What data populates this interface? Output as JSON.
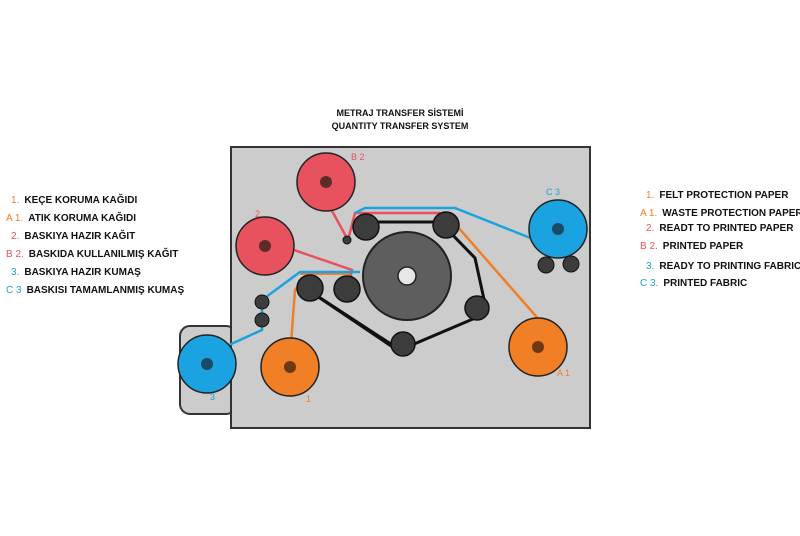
{
  "title": {
    "line1": "METRAJ TRANSFER SİSTEMİ",
    "line2": "QUANTITY TRANSFER SYSTEM"
  },
  "colors": {
    "orange": "#f07f26",
    "red": "#e8525e",
    "blue": "#1aa3e0",
    "machine": "#cccccc",
    "dark_roller": "#3c3c3c",
    "drum": "#5e5e5e"
  },
  "roll_labels": {
    "b2": "B 2",
    "r2": "2",
    "c3": "C 3",
    "a1": "A 1",
    "o1": "1",
    "b3": "3"
  },
  "legend_tr": [
    {
      "code": "1.",
      "text": "KEÇE KORUMA KAĞIDI",
      "color": "#f07f26"
    },
    {
      "code": "A 1.",
      "text": "ATIK KORUMA KAĞIDI",
      "color": "#f07f26"
    },
    {
      "code": "2.",
      "text": "BASKIYA HAZIR KAĞIT",
      "color": "#e8525e"
    },
    {
      "code": "B 2.",
      "text": "BASKIDA KULLANILMIŞ KAĞIT",
      "color": "#e8525e"
    },
    {
      "code": "3.",
      "text": "BASKIYA HAZIR KUMAŞ",
      "color": "#1aa3e0"
    },
    {
      "code": "C 3",
      "text": "BASKISI TAMAMLANMIŞ KUMAŞ",
      "color": "#1aa3e0"
    }
  ],
  "legend_en": [
    {
      "code": "1.",
      "text": "FELT PROTECTION PAPER",
      "color": "#f07f26"
    },
    {
      "code": "A 1.",
      "text": "WASTE PROTECTION PAPER",
      "color": "#f07f26"
    },
    {
      "code": "2.",
      "text": "READT TO PRINTED PAPER",
      "color": "#e8525e"
    },
    {
      "code": "B 2.",
      "text": "PRINTED PAPER",
      "color": "#e8525e"
    },
    {
      "code": "3.",
      "text": "READY TO PRINTING FABRIC",
      "color": "#1aa3e0"
    },
    {
      "code": "C 3.",
      "text": "PRINTED FABRIC",
      "color": "#1aa3e0"
    }
  ]
}
